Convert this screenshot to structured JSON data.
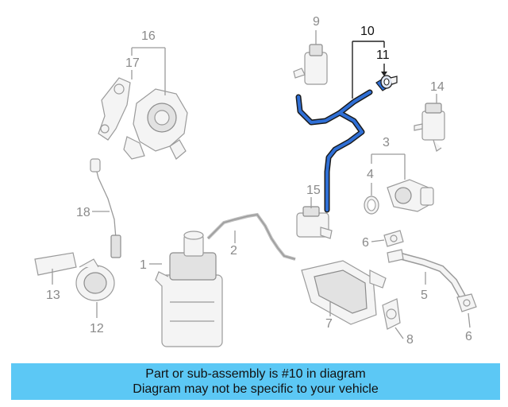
{
  "callouts": {
    "n1": "1",
    "n2": "2",
    "n3": "3",
    "n4": "4",
    "n5": "5",
    "n6a": "6",
    "n6b": "6",
    "n7": "7",
    "n8": "8",
    "n9": "9",
    "n10": "10",
    "n11": "11",
    "n12": "12",
    "n13": "13",
    "n14": "14",
    "n15": "15",
    "n16": "16",
    "n17": "17",
    "n18": "18"
  },
  "highlighted_part": "10",
  "banner": {
    "line1": "Part or sub-assembly is #10 in diagram",
    "line2": "Diagram may not be specific to your vehicle"
  },
  "colors": {
    "highlight_hose": "#2f6fd6",
    "banner_bg": "#5cc8f5"
  }
}
